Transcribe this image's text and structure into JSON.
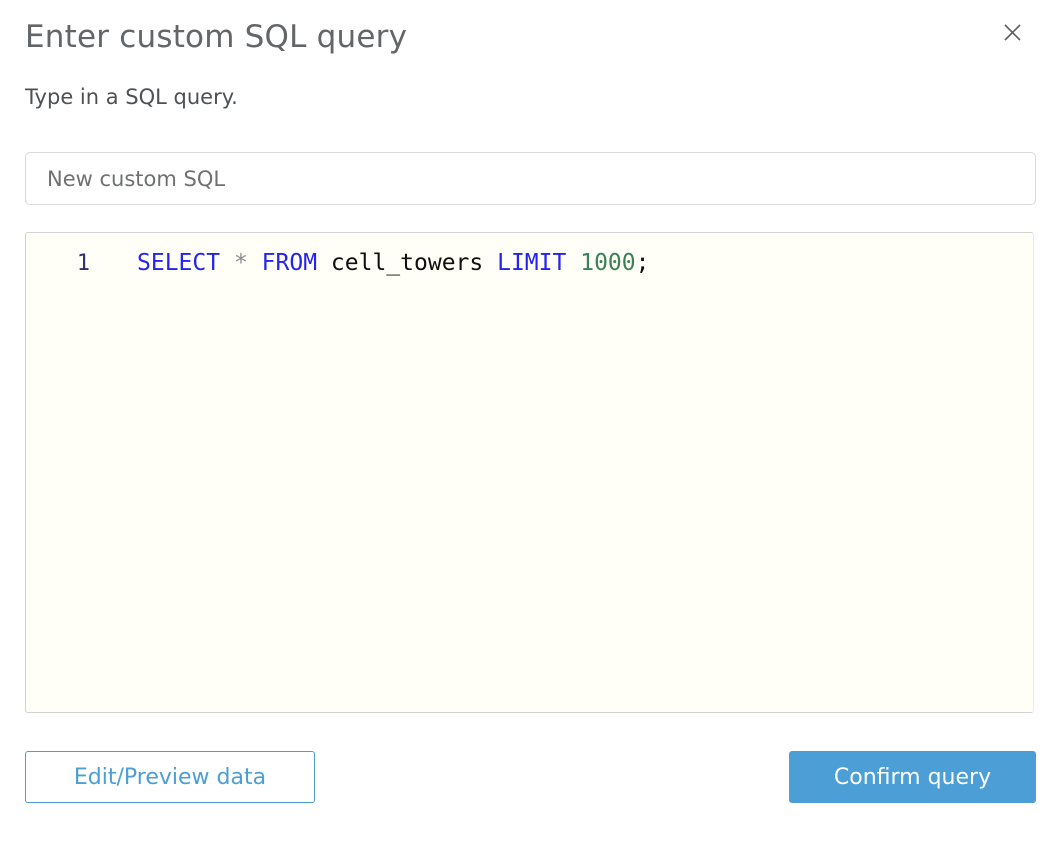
{
  "dialog": {
    "title": "Enter custom SQL query",
    "subtitle": "Type in a SQL query.",
    "close_icon": "x-close-icon"
  },
  "name_input": {
    "value": "New custom SQL"
  },
  "editor": {
    "line_number": "1",
    "code": {
      "select": "SELECT",
      "star": "*",
      "from": "FROM",
      "table": "cell_towers",
      "limit": "LIMIT",
      "value": "1000",
      "semicolon": ";"
    },
    "full_query": "SELECT * FROM cell_towers LIMIT 1000;"
  },
  "buttons": {
    "edit_preview": "Edit/Preview data",
    "confirm": "Confirm query"
  },
  "colors": {
    "accent_blue": "#4c9fd6",
    "title_gray": "#636669",
    "editor_background": "#fffef7",
    "keyword_blue": "#2424f0",
    "number_green": "#3a8356",
    "operator_gray": "#8c8c8c",
    "line_number_navy": "#31316e"
  }
}
